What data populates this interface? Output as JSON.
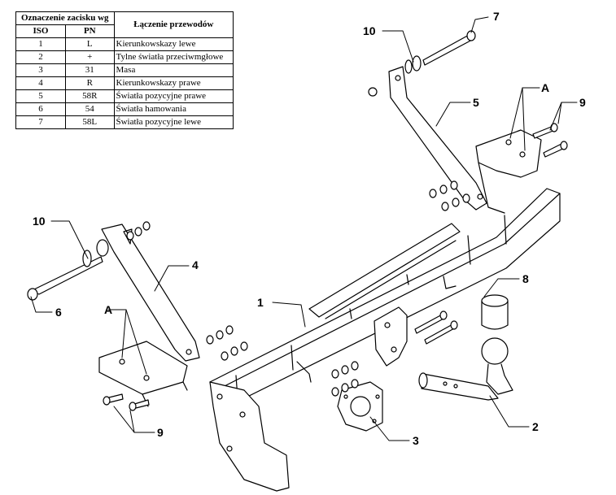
{
  "table": {
    "header_group": "Oznaczenie zacisku wg",
    "header_iso": "ISO",
    "header_pn": "PN",
    "header_connection": "Łączenie przewodów",
    "rows": [
      {
        "iso": "1",
        "pn": "L",
        "desc": "Kierunkowskazy lewe"
      },
      {
        "iso": "2",
        "pn": "+",
        "desc": "Tylne światła przeciwmgłowe"
      },
      {
        "iso": "3",
        "pn": "31",
        "desc": "Masa"
      },
      {
        "iso": "4",
        "pn": "R",
        "desc": "Kierunkowskazy prawe"
      },
      {
        "iso": "5",
        "pn": "58R",
        "desc": "Światła pozycyjne prawe"
      },
      {
        "iso": "6",
        "pn": "54",
        "desc": "Światła hamowania"
      },
      {
        "iso": "7",
        "pn": "58L",
        "desc": "Światła pozycyjne lewe"
      }
    ]
  },
  "callouts": {
    "c1": "1",
    "c2": "2",
    "c3": "3",
    "c4": "4",
    "c5": "5",
    "c6": "6",
    "c7": "7",
    "c8": "8",
    "c9_right": "9",
    "c9_left": "9",
    "c10_top": "10",
    "c10_left": "10",
    "cA_right": "A",
    "cA_left": "A"
  }
}
